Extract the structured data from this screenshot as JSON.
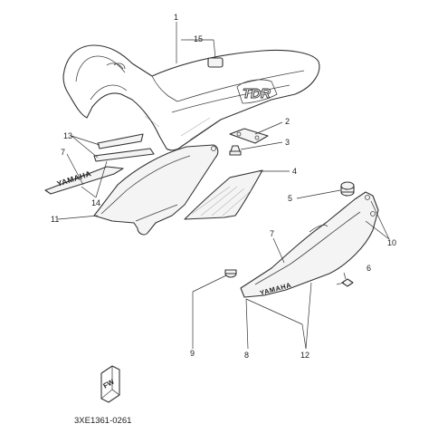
{
  "diagram": {
    "callouts": [
      {
        "id": "1",
        "label": "1"
      },
      {
        "id": "2",
        "label": "2"
      },
      {
        "id": "3",
        "label": "3"
      },
      {
        "id": "4",
        "label": "4"
      },
      {
        "id": "5",
        "label": "5"
      },
      {
        "id": "6",
        "label": "6"
      },
      {
        "id": "7a",
        "label": "7"
      },
      {
        "id": "7b",
        "label": "7"
      },
      {
        "id": "8",
        "label": "8"
      },
      {
        "id": "9",
        "label": "9"
      },
      {
        "id": "10",
        "label": "10"
      },
      {
        "id": "11",
        "label": "11"
      },
      {
        "id": "12",
        "label": "12"
      },
      {
        "id": "13",
        "label": "13"
      },
      {
        "id": "14",
        "label": "14"
      },
      {
        "id": "15",
        "label": "15"
      }
    ],
    "seat_logo": "TDR",
    "emblem_text": "YAMAHA",
    "side_cover_text": "YAMAHA",
    "arrow_badge": "FW",
    "figure_code": "3XE1361-0261"
  }
}
